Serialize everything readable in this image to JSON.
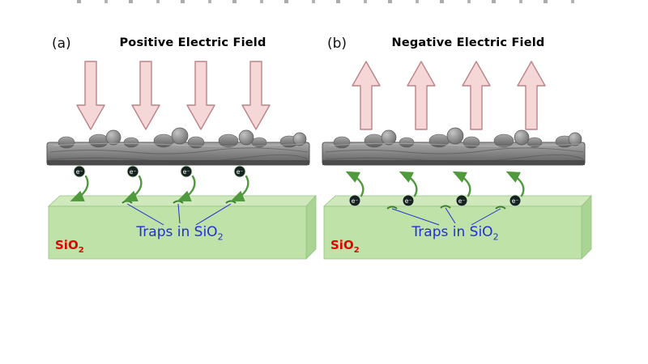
{
  "figure": {
    "panels": [
      {
        "label": "(a)",
        "title": "Positive Electric Field",
        "field_direction": "down",
        "substrate_main": "SiO",
        "substrate_sub": "2",
        "traps_main": "Traps in SiO",
        "traps_sub": "2",
        "electron": "e⁻"
      },
      {
        "label": "(b)",
        "title": "Negative Electric Field",
        "field_direction": "up",
        "substrate_main": "SiO",
        "substrate_sub": "2",
        "traps_main": "Traps in SiO",
        "traps_sub": "2",
        "electron": "e⁻"
      }
    ],
    "colors": {
      "field_arrow_fill": "#f5d7d8",
      "field_arrow_stroke": "#bb8387",
      "film_gray": "#6e6e6e",
      "substrate_green": "#bfe2a9",
      "traps_text_blue": "#2230cf",
      "substrate_label_red": "#e60000",
      "electron_arrow_green": "#4e9a3c"
    }
  }
}
